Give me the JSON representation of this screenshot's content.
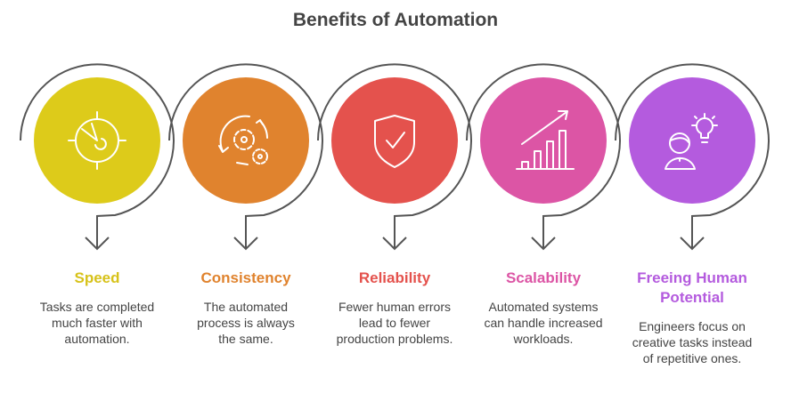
{
  "title": "Benefits of Automation",
  "items": [
    {
      "title": "Speed",
      "desc": "Tasks are completed much faster with automation.",
      "color": "#DDCB1A",
      "text_color": "#D7C21A",
      "icon": "radar-clock-icon"
    },
    {
      "title": "Consistency",
      "desc": "The automated process is always the same.",
      "color": "#E0832E",
      "text_color": "#E0832E",
      "icon": "gears-cycle-icon"
    },
    {
      "title": "Reliability",
      "desc": "Fewer human errors lead to fewer production problems.",
      "color": "#E4524D",
      "text_color": "#E4524D",
      "icon": "shield-check-icon"
    },
    {
      "title": "Scalability",
      "desc": "Automated systems can handle increased workloads.",
      "color": "#DC55A5",
      "text_color": "#DC55A5",
      "icon": "growth-chart-icon"
    },
    {
      "title": "Freeing Human Potential",
      "desc": "Engineers focus on creative tasks instead of repetitive ones.",
      "color": "#B45BDE",
      "text_color": "#B45BDE",
      "icon": "person-idea-icon"
    }
  ]
}
